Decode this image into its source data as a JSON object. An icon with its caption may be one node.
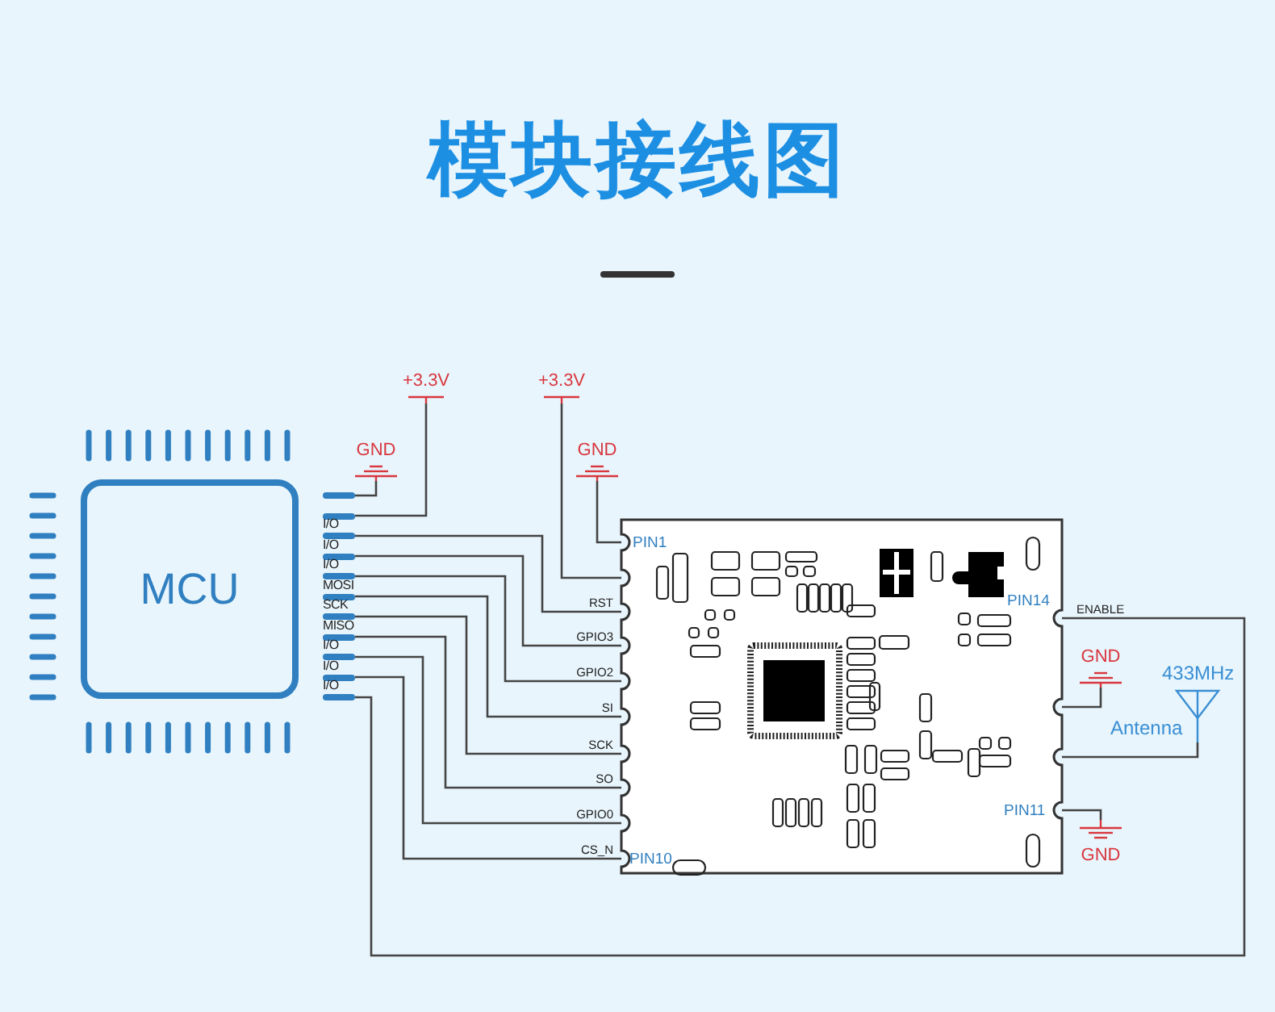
{
  "diagram": {
    "title": "模块接线图",
    "nodes": [
      {
        "text": [
          "MCU"
        ]
      },
      {
        "text": [],
        "shape": "bar"
      },
      {
        "text": [],
        "shape": "bar"
      },
      {
        "text": [
          "I/O"
        ]
      },
      {
        "text": [
          "I/O"
        ]
      },
      {
        "text": [
          "I/O"
        ]
      },
      {
        "text": [
          "MOSI"
        ]
      },
      {
        "text": [
          "SCK"
        ]
      },
      {
        "text": [
          "MISO"
        ]
      },
      {
        "text": [
          "I/O"
        ]
      },
      {
        "text": [
          "I/O"
        ]
      },
      {
        "text": [
          "I/O"
        ]
      },
      {
        "text": [
          "GND"
        ]
      },
      {
        "text": [
          "+3.3V"
        ]
      },
      {
        "text": [
          "+3.3V"
        ]
      },
      {
        "text": [
          "GND"
        ]
      },
      {
        "text": [
          "PIN1",
          "PIN14",
          "PIN11",
          "PIN10"
        ]
      },
      {
        "text": [
          "GND"
        ]
      },
      {
        "text": [
          "433MHz",
          "Antenna"
        ]
      },
      {
        "text": [
          "GND"
        ]
      }
    ],
    "edges": [
      {
        "from": 1,
        "to": 12,
        "arrow": "none"
      },
      {
        "from": 2,
        "to": 13,
        "arrow": "none"
      },
      {
        "from": 3,
        "to": 16,
        "arrow": "none",
        "label": "RST"
      },
      {
        "from": 4,
        "to": 16,
        "arrow": "none",
        "label": "GPIO3"
      },
      {
        "from": 5,
        "to": 16,
        "arrow": "none",
        "label": "GPIO2"
      },
      {
        "from": 6,
        "to": 16,
        "arrow": "none",
        "label": "SI"
      },
      {
        "from": 7,
        "to": 16,
        "arrow": "none",
        "label": "SCK"
      },
      {
        "from": 8,
        "to": 16,
        "arrow": "none",
        "label": "SO"
      },
      {
        "from": 9,
        "to": 16,
        "arrow": "none",
        "label": "GPIO0"
      },
      {
        "from": 10,
        "to": 16,
        "arrow": "none",
        "label": "CS_N"
      },
      {
        "from": 11,
        "to": 16,
        "arrow": "none",
        "label": "ENABLE"
      },
      {
        "from": 16,
        "to": 15,
        "arrow": "none"
      },
      {
        "from": 16,
        "to": 14,
        "arrow": "none"
      },
      {
        "from": 16,
        "to": 17,
        "arrow": "none"
      },
      {
        "from": 16,
        "to": 18,
        "arrow": "none"
      },
      {
        "from": 16,
        "to": 19,
        "arrow": "none"
      }
    ]
  }
}
